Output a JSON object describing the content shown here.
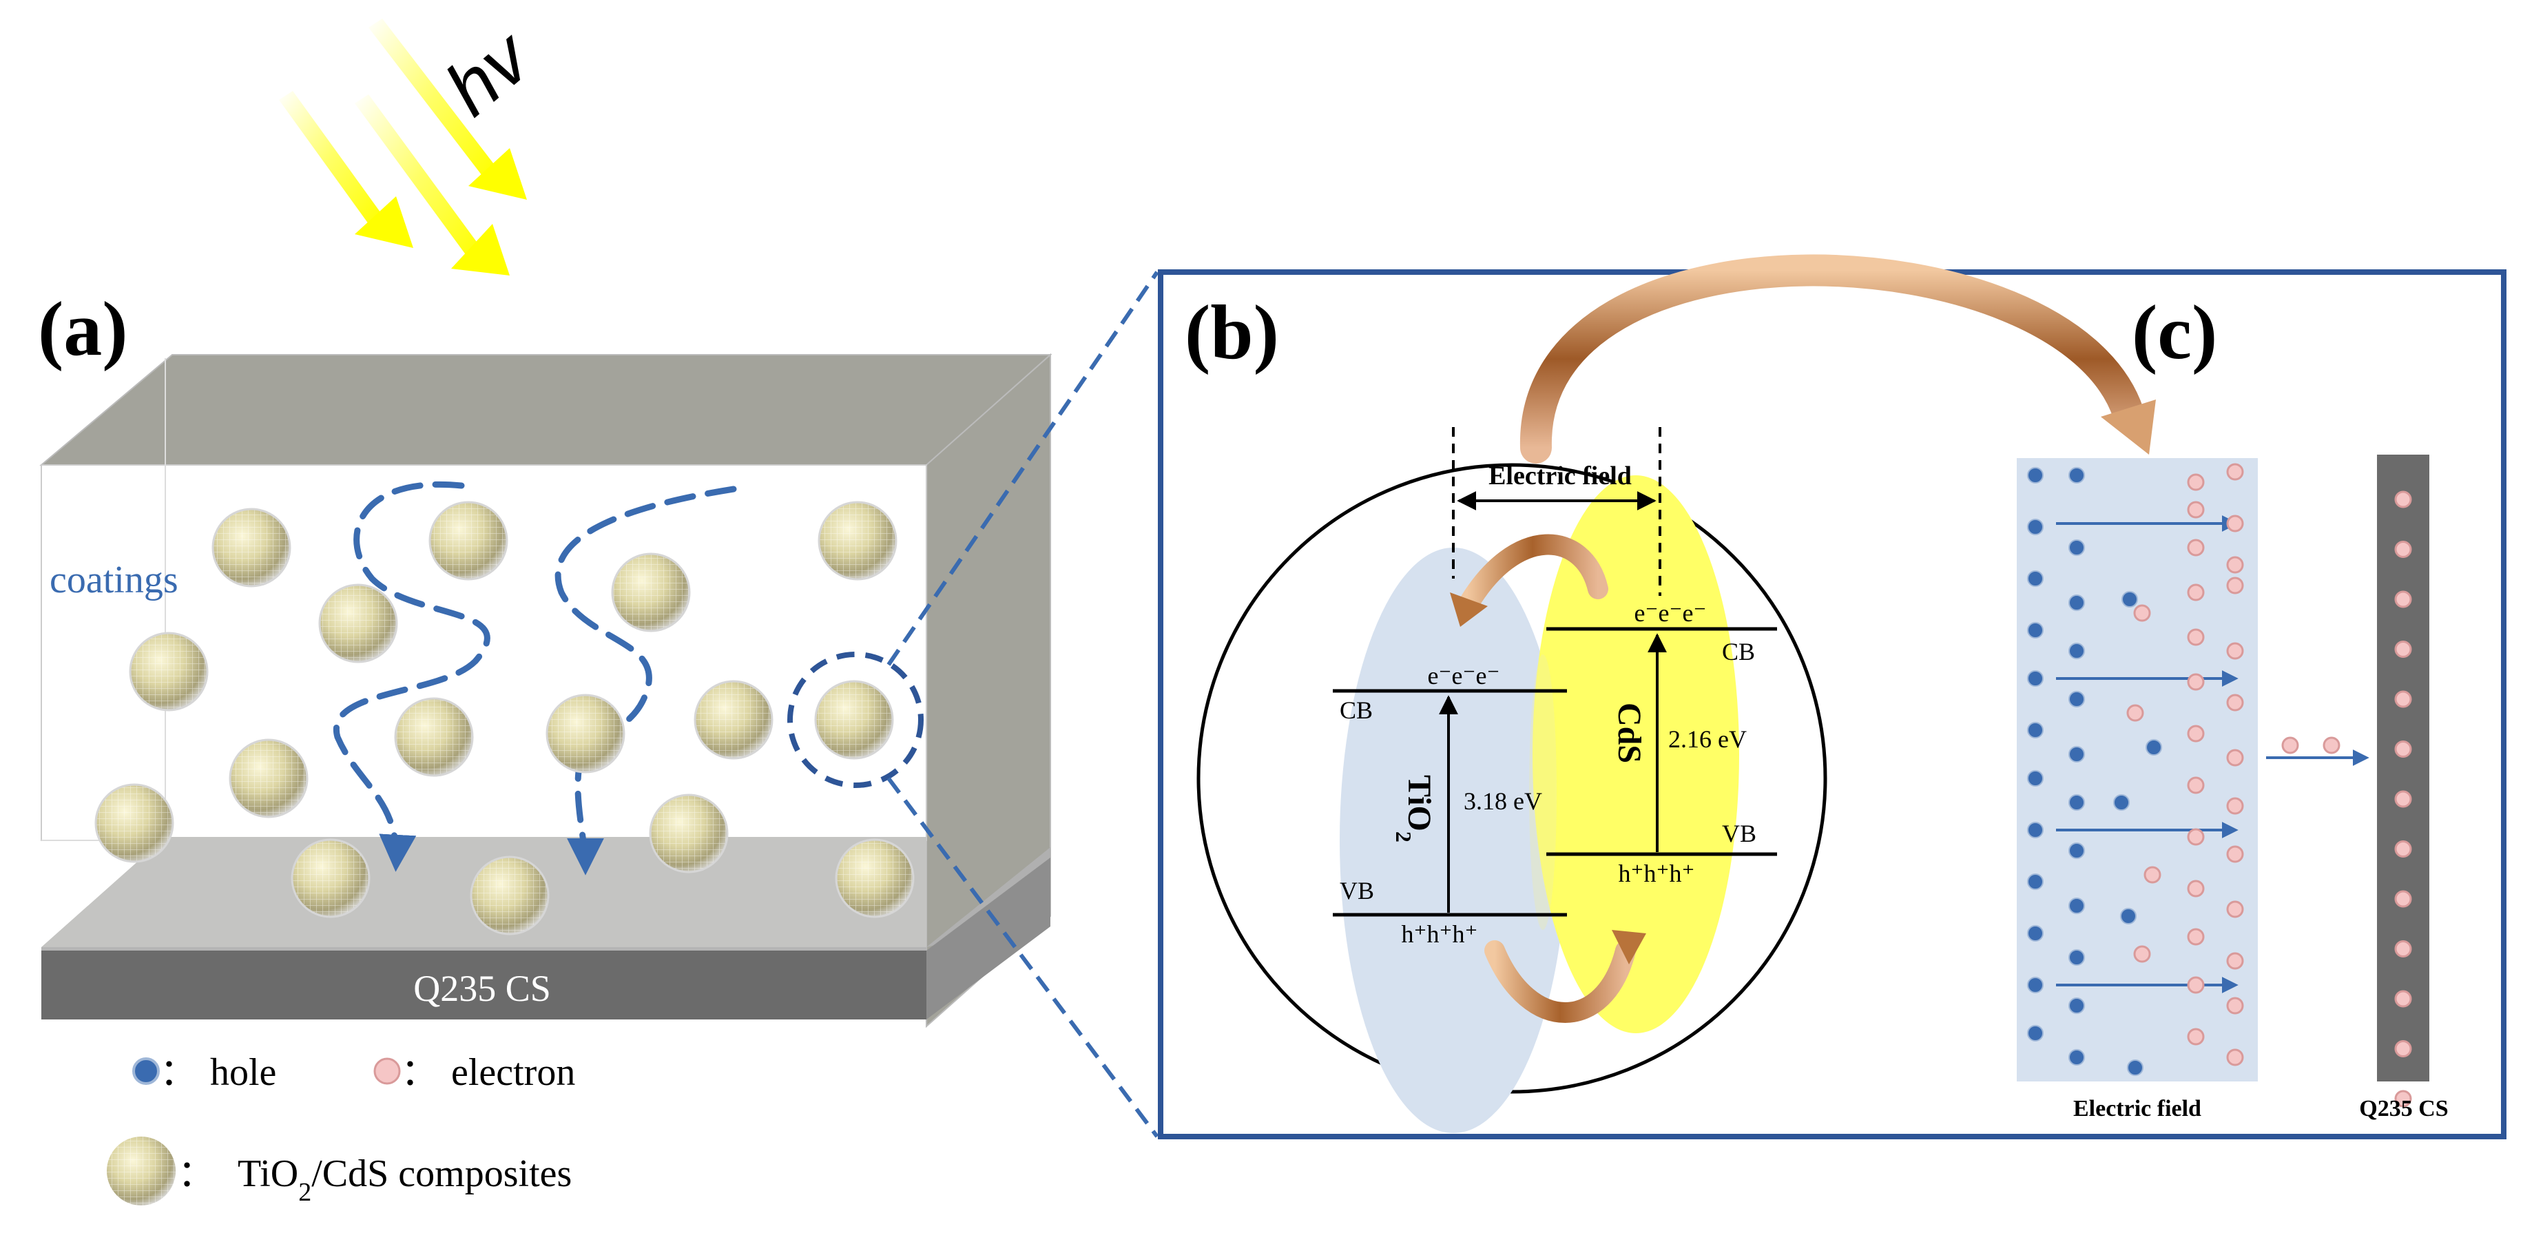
{
  "panel_labels": {
    "a": "(a)",
    "b": "(b)",
    "c": "(c)"
  },
  "light": {
    "label": "hv"
  },
  "panel_a": {
    "coating_label": "coatings",
    "substrate_label": "Q235 CS"
  },
  "legend": {
    "hole_label": "hole",
    "electron_label": "electron",
    "separator": "：",
    "composite_label_pre": "TiO",
    "composite_label_sub": "2",
    "composite_label_post": "/CdS composites"
  },
  "panel_b": {
    "electric_field_label": "Electric field",
    "tio2": {
      "name": "TiO",
      "name_sub": "2",
      "cb_label": "CB",
      "vb_label": "VB",
      "bandgap": "3.18 eV",
      "electrons": "e⁻e⁻e⁻",
      "holes": "h⁺h⁺h⁺"
    },
    "cds": {
      "name": "CdS",
      "cb_label": "CB",
      "vb_label": "VB",
      "bandgap": "2.16 eV",
      "electrons": "e⁻e⁻e⁻",
      "holes": "h⁺h⁺h⁺"
    }
  },
  "panel_c": {
    "electric_field_label": "Electric field",
    "substrate_label": "Q235 CS"
  },
  "colors": {
    "hole": "#3a6bb0",
    "electron": "#f5c6c6",
    "tio2_region": "#d6e1ef",
    "cds_region": "#ffff66",
    "frame": "#2e5597",
    "coating_text": "#3a6bb0",
    "sunlight": "#ffff00",
    "substrate": "#6b6b6b",
    "arrow_copper": "#b8733a"
  }
}
